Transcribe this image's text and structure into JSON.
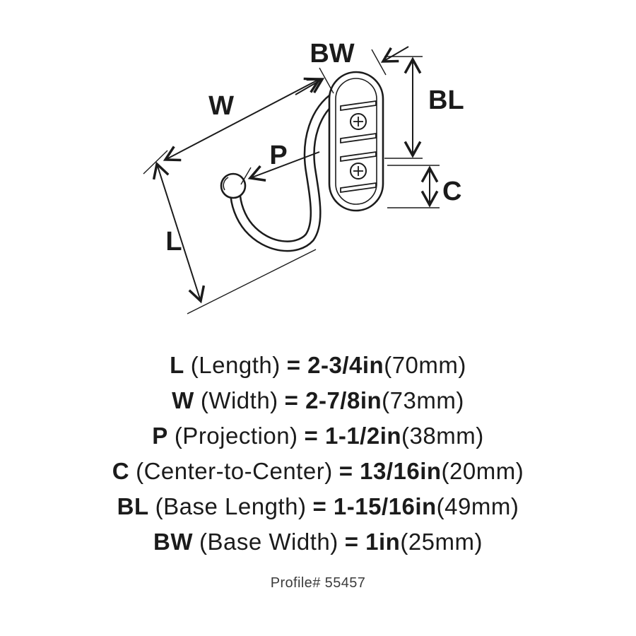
{
  "diagram": {
    "labels": {
      "L": "L",
      "W": "W",
      "P": "P",
      "C": "C",
      "BL": "BL",
      "BW": "BW"
    }
  },
  "specs": {
    "rows": [
      {
        "abbr": "L",
        "name": "(Length)",
        "value": "= 2-3/4in",
        "metric": "(70mm)"
      },
      {
        "abbr": "W",
        "name": "(Width)",
        "value": "= 2-7/8in",
        "metric": "(73mm)"
      },
      {
        "abbr": "P",
        "name": "(Projection)",
        "value": "= 1-1/2in",
        "metric": "(38mm)"
      },
      {
        "abbr": "C",
        "name": "(Center-to-Center)",
        "value": "= 13/16in",
        "metric": "(20mm)"
      },
      {
        "abbr": "BL",
        "name": "(Base Length)",
        "value": "= 1-15/16in",
        "metric": "(49mm)"
      },
      {
        "abbr": "BW",
        "name": "(Base Width)",
        "value": "= 1in",
        "metric": "(25mm)"
      }
    ]
  },
  "footer": {
    "profile_label": "Profile# 55457"
  }
}
